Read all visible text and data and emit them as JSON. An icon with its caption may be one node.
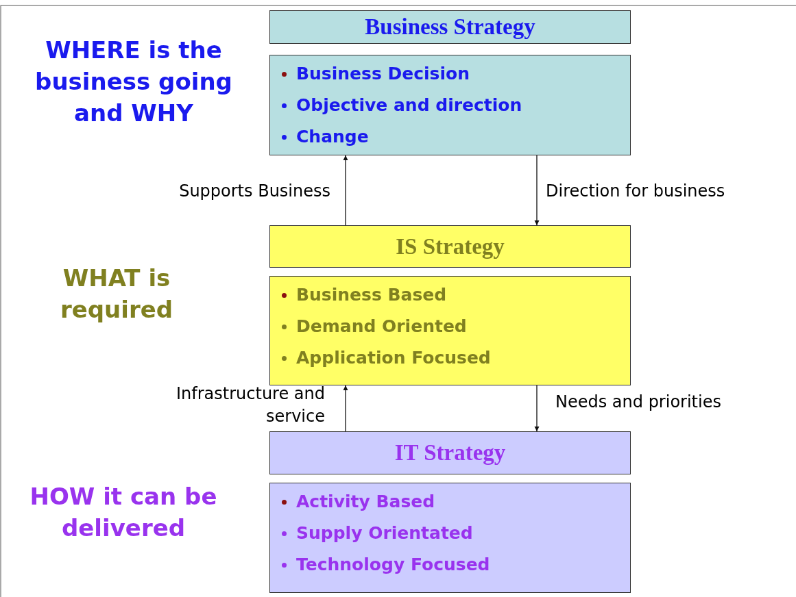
{
  "diagram": {
    "nodes": [
      {
        "text": [
          "Business Strategy"
        ]
      },
      {
        "text": [
          "Business Decision",
          "Objective and direction",
          "Change"
        ]
      },
      {
        "text": [
          "IS Strategy"
        ]
      },
      {
        "text": [
          "Business Based",
          "Demand Oriented",
          "Application Focused"
        ]
      },
      {
        "text": [
          "IT Strategy"
        ]
      },
      {
        "text": [
          "Activity Based",
          "Supply Orientated",
          "Technology Focused"
        ]
      }
    ],
    "edges": [
      {
        "from": 2,
        "to": 1,
        "arrow": "to",
        "label": "Supports Business"
      },
      {
        "from": 1,
        "to": 2,
        "arrow": "to",
        "label": "Direction for business"
      },
      {
        "from": 4,
        "to": 3,
        "arrow": "to",
        "label": "Infrastructure and service"
      },
      {
        "from": 3,
        "to": 4,
        "arrow": "to",
        "label": "Needs and priorities"
      }
    ],
    "labels": [
      "WHERE is the business going and WHY",
      "WHAT is required",
      "HOW it can be delivered"
    ]
  }
}
